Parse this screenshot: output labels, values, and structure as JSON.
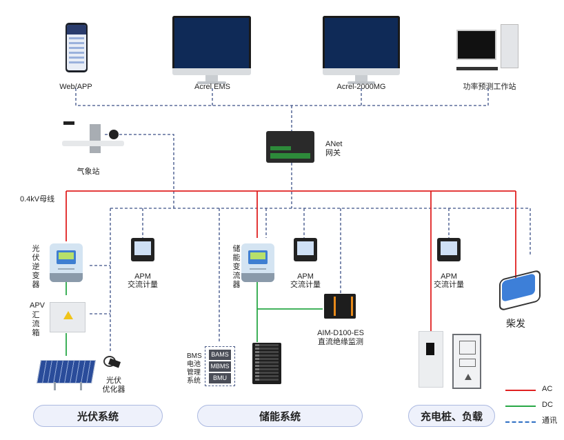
{
  "top_systems": [
    {
      "id": "web-app",
      "label": "Web/APP"
    },
    {
      "id": "acrel-ems",
      "label": "Acrel EMS"
    },
    {
      "id": "acrel-2000mg",
      "label": "Acrel-2000MG"
    },
    {
      "id": "power-forecast",
      "label": "功率预测工作站"
    }
  ],
  "weather_station": {
    "label": "气象站"
  },
  "gateway": {
    "line1": "ANet",
    "line2": "网关"
  },
  "bus": {
    "label": "0.4kV母线"
  },
  "pv": {
    "inverter_label": [
      "光",
      "伏",
      "逆",
      "变",
      "器"
    ],
    "combiner_label_top": "APV",
    "combiner_label": [
      "汇",
      "流",
      "箱"
    ],
    "apm": {
      "line1": "APM",
      "line2": "交流计量"
    },
    "optimizer": {
      "line1": "光伏",
      "line2": "优化器"
    },
    "section_label": "光伏系统"
  },
  "storage": {
    "pcs_label": [
      "储",
      "能",
      "变",
      "流",
      "器"
    ],
    "apm": {
      "line1": "APM",
      "line2": "交流计量"
    },
    "aim": {
      "line1": "AIM-D100-ES",
      "line2": "直流绝缘监测"
    },
    "bms_label": [
      "BMS",
      "电池",
      "管理",
      "系统"
    ],
    "bms_items": [
      "BAMS",
      "MBMS",
      "BMU"
    ],
    "section_label": "储能系统"
  },
  "charging": {
    "apm": {
      "line1": "APM",
      "line2": "交流计量"
    },
    "section_label": "充电桩、负载"
  },
  "diesel": {
    "label": "柴发"
  },
  "legend": [
    {
      "label": "AC",
      "color": "#e02020",
      "style": "solid"
    },
    {
      "label": "DC",
      "color": "#27a745",
      "style": "solid"
    },
    {
      "label": "通讯",
      "color": "#2e6fc4",
      "style": "dashed"
    }
  ],
  "colors": {
    "ac": "#e02020",
    "dc": "#27a745",
    "comm": "#3a4f86"
  }
}
